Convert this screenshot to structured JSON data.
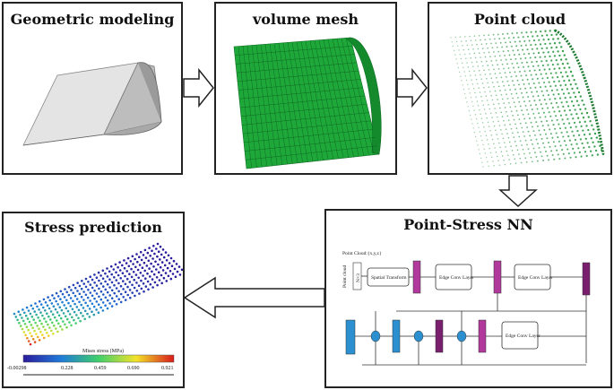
{
  "panels": {
    "geometric": {
      "title": "Geometric modeling"
    },
    "volume": {
      "title": "volume mesh"
    },
    "point": {
      "title": "Point cloud"
    },
    "nn": {
      "title": "Point-Stress NN",
      "point_cloud_label": "Point Cloud:{x,y,z}",
      "input_label_top": "Point cloud",
      "input_label_side": "N×3",
      "spatial_transform": "Spatial Transform",
      "edge_conv_1": "Edge Conv Layer",
      "edge_conv_2": "Edge Conv Layer",
      "edge_conv_3": "Edge Conv Layer"
    },
    "stress": {
      "title": "Stress prediction",
      "colorbar_label": "Mises stress (MPa)",
      "ticks": [
        "-0.00298",
        "0.228",
        "0.459",
        "0.690",
        "0.921"
      ]
    }
  },
  "colors": {
    "mesh_green": "#1fa83a",
    "wing_gray": "#d6d6d6",
    "nn_blue": "#2b8fd0",
    "nn_purple": "#7a1f6e",
    "nn_magenta": "#b0399b"
  }
}
